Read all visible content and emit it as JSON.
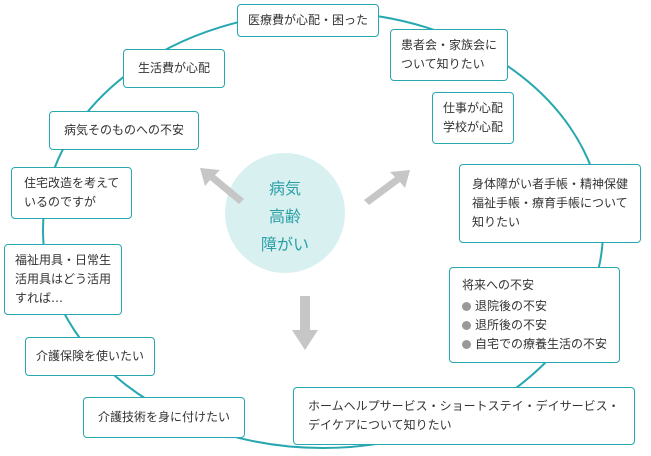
{
  "center": {
    "lines": [
      "病気",
      "高齢",
      "障がい"
    ]
  },
  "items": {
    "medical": "医療費が心配・困った",
    "support_group": [
      "患者会・家族会に",
      "ついて知りたい"
    ],
    "work": [
      "仕事が心配",
      "学校が心配"
    ],
    "handbook": [
      "身体障がい者手帳・精神保健",
      "福祉手帳・療育手帳について",
      "知りたい"
    ],
    "future": {
      "title": "将来への不安",
      "items": [
        "退院後の不安",
        "退所後の不安",
        "自宅での療養生活の不安"
      ]
    },
    "home_help": [
      "ホームヘルプサービス・ショートステイ・デイサービス・",
      "デイケアについて知りたい"
    ],
    "care_skills": "介護技術を身に付けたい",
    "insurance": "介護保険を使いたい",
    "welfare_tools": [
      "福祉用具・日常生",
      "活用具はどう活用",
      "すれば…"
    ],
    "renovation": [
      "住宅改造を考えて",
      "いるのですが"
    ],
    "illness": "病気そのものへの不安",
    "living": "生活費が心配"
  },
  "colors": {
    "ring": "#27a8b0",
    "center_fill": "#d9f0f1",
    "center_text": "#2a9fa6",
    "arrow": "#c6c6c6",
    "bullet": "#999999"
  }
}
